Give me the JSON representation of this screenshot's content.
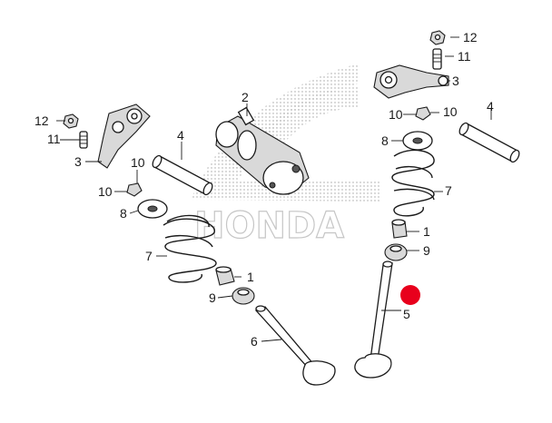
{
  "diagram": {
    "callouts": [
      {
        "id": "c-12-top",
        "text": "12"
      },
      {
        "id": "c-11-top",
        "text": "11"
      },
      {
        "id": "c-3-right",
        "text": "3"
      },
      {
        "id": "c-4-right",
        "text": "4"
      },
      {
        "id": "c-10-right-a",
        "text": "10"
      },
      {
        "id": "c-10-right-b",
        "text": "10"
      },
      {
        "id": "c-8-right",
        "text": "8"
      },
      {
        "id": "c-7-right",
        "text": "7"
      },
      {
        "id": "c-1-right",
        "text": "1"
      },
      {
        "id": "c-9-right",
        "text": "9"
      },
      {
        "id": "c-5",
        "text": "5"
      },
      {
        "id": "c-2",
        "text": "2"
      },
      {
        "id": "c-12-left",
        "text": "12"
      },
      {
        "id": "c-11-left",
        "text": "11"
      },
      {
        "id": "c-3-left",
        "text": "3"
      },
      {
        "id": "c-4-left",
        "text": "4"
      },
      {
        "id": "c-10-left-a",
        "text": "10"
      },
      {
        "id": "c-10-left-b",
        "text": "10"
      },
      {
        "id": "c-8-left",
        "text": "8"
      },
      {
        "id": "c-7-left",
        "text": "7"
      },
      {
        "id": "c-1-left",
        "text": "1"
      },
      {
        "id": "c-9-left",
        "text": "9"
      },
      {
        "id": "c-6",
        "text": "6"
      }
    ],
    "watermark": "HONDA",
    "highlight_color": "#e8001c",
    "line_color": "#1a1a1a"
  }
}
